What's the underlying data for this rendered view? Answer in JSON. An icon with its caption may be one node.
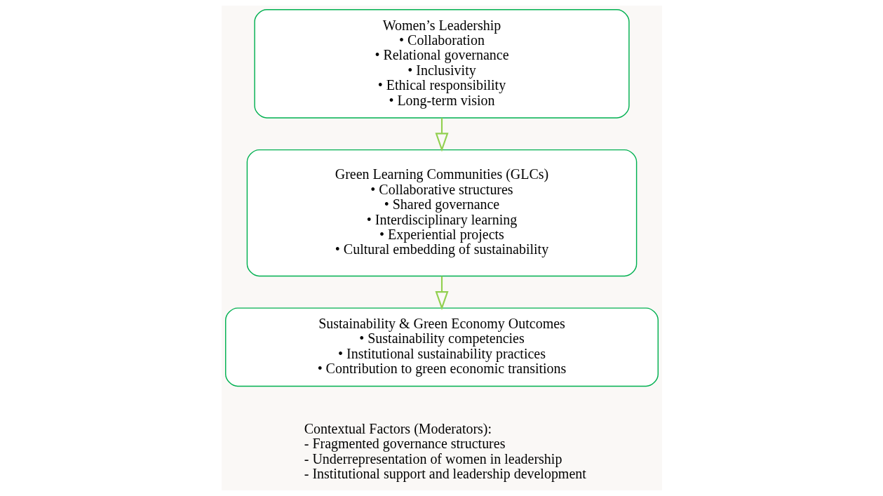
{
  "diagram": {
    "nodes": [
      {
        "text": [
          "Women’s Leadership",
          "• Collaboration",
          "• Relational governance",
          "• Inclusivity",
          "• Ethical responsibility",
          "• Long-term vision"
        ]
      },
      {
        "text": [
          "Green Learning Communities (GLCs)",
          "• Collaborative structures",
          "• Shared governance",
          "• Interdisciplinary learning",
          "• Experiential projects",
          "• Cultural embedding of sustainability"
        ]
      },
      {
        "text": [
          "Sustainability & Green Economy Outcomes",
          "• Sustainability competencies",
          "• Institutional sustainability practices",
          "• Contribution to green economic transitions"
        ]
      }
    ],
    "edges": [
      {
        "from": 0,
        "to": 1,
        "arrow": "to"
      },
      {
        "from": 1,
        "to": 2,
        "arrow": "to"
      }
    ],
    "labels": [
      "Contextual Factors (Moderators):",
      "- Fragmented governance structures",
      "- Underrepresentation of women in leadership",
      "- Institutional support and leadership development"
    ]
  }
}
